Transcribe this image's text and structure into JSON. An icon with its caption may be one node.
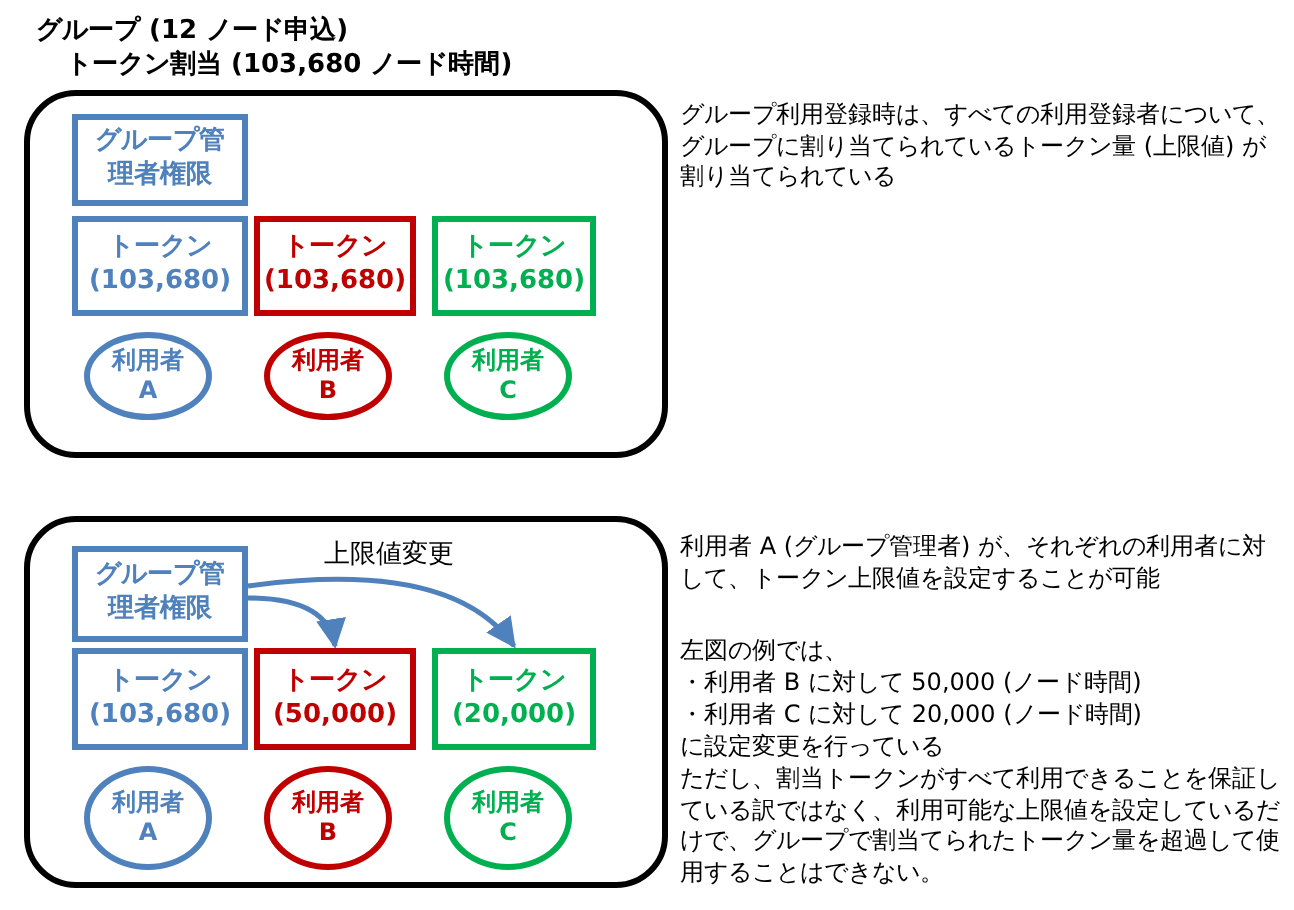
{
  "diagram": {
    "nodes": [
      {
        "text": [
          "グループ (12 ノード申込)",
          "トークン割当 (103,680 ノード時間)"
        ]
      },
      {
        "text": [
          "グループ管理者権限"
        ],
        "in": 0
      },
      {
        "text": [
          "トークン",
          "(103,680)"
        ],
        "in": 0
      },
      {
        "text": [
          "トークン",
          "(103,680)"
        ],
        "in": 0
      },
      {
        "text": [
          "トークン",
          "(103,680)"
        ],
        "in": 0
      },
      {
        "text": [
          "利用者",
          "A"
        ],
        "in": 0
      },
      {
        "text": [
          "利用者",
          "B"
        ],
        "in": 0
      },
      {
        "text": [
          "利用者",
          "C"
        ],
        "in": 0
      },
      {
        "text": [],
        "shape": "box"
      },
      {
        "text": [
          "グループ管理者権限"
        ],
        "in": 8
      },
      {
        "text": [
          "トークン",
          "(103,680)"
        ],
        "in": 8
      },
      {
        "text": [
          "トークン",
          "(50,000)"
        ],
        "in": 8
      },
      {
        "text": [
          "トークン",
          "(20,000)"
        ],
        "in": 8
      },
      {
        "text": [
          "利用者",
          "A"
        ],
        "in": 8
      },
      {
        "text": [
          "利用者",
          "B"
        ],
        "in": 8
      },
      {
        "text": [
          "利用者",
          "C"
        ],
        "in": 8
      }
    ],
    "edges": [
      {
        "from": 9,
        "to": 11,
        "arrow": "to"
      },
      {
        "from": 9,
        "to": 12,
        "arrow": "to",
        "label": "上限値変更"
      }
    ],
    "labels": [
      "グループ利用登録時は、すべての利用登録者について、グループに割り当てられているトークン量 (上限値) が割り当てられている",
      "利用者 A (グループ管理者) が、それぞれの利用者に対して、トークン上限値を設定することが可能",
      "左図の例では、",
      "・利用者 B に対して 50,000 (ノード時間)",
      "・利用者 C に対して 20,000 (ノード時間)",
      "に設定変更を行っている",
      "ただし、割当トークンがすべて利用できることを保証している訳ではなく、利用可能な上限値を設定しているだけで、グループで割当てられたトークン量を超過して使用することはできない。"
    ]
  }
}
